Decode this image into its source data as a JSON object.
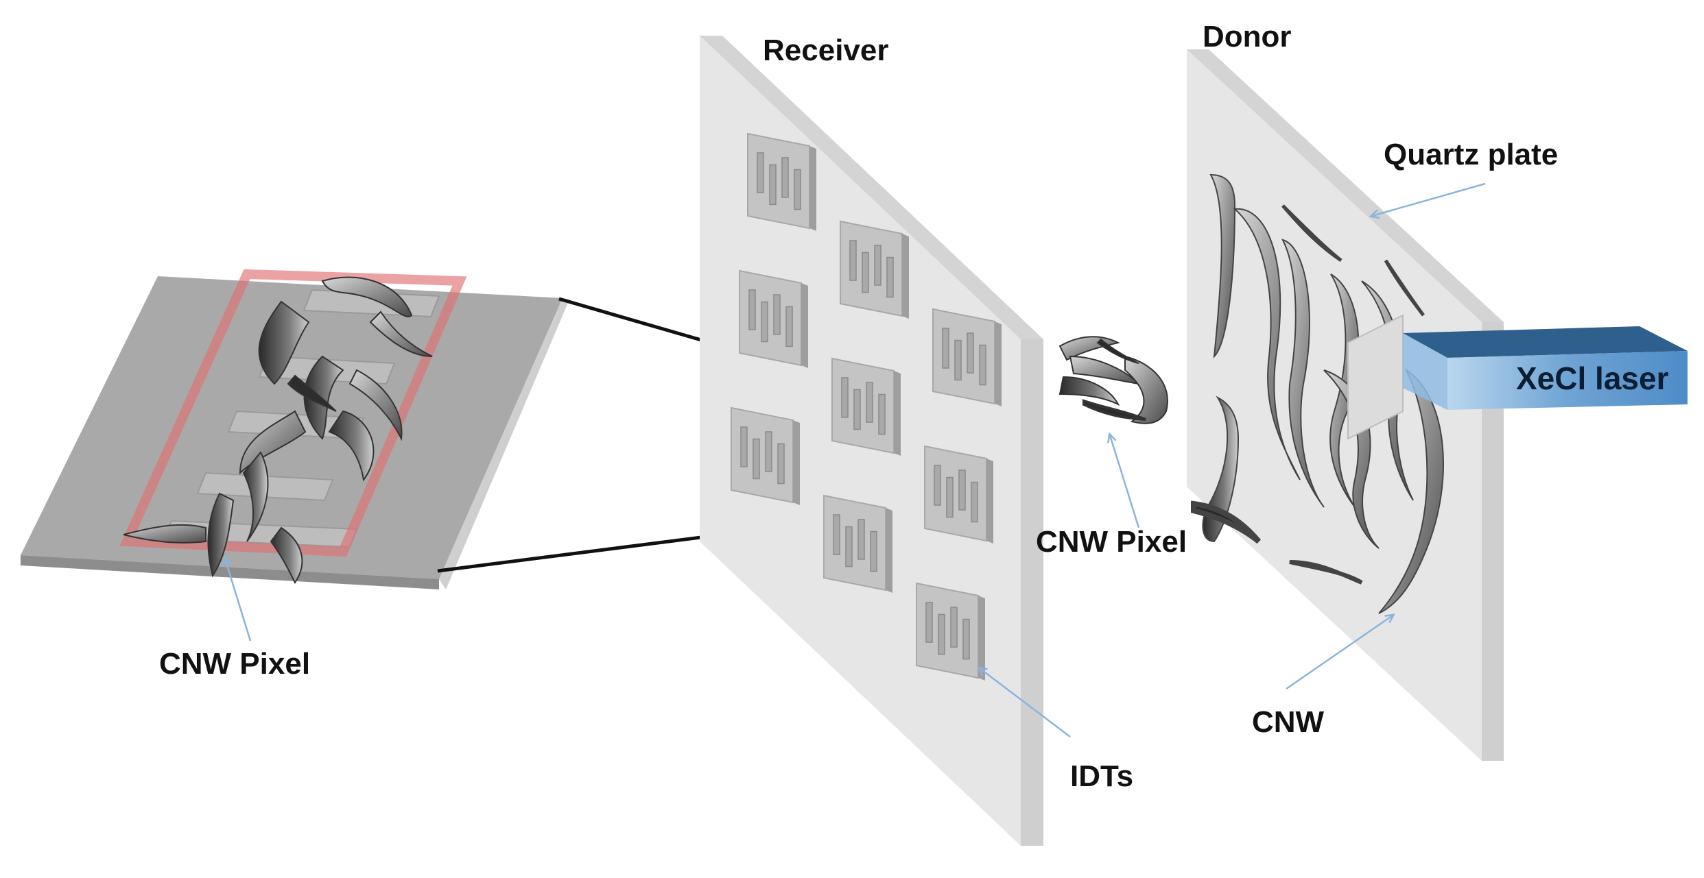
{
  "labels": {
    "receiver": "Receiver",
    "donor": "Donor",
    "quartz_plate": "Quartz plate",
    "xecl_laser": "XeCl laser",
    "cnw_pixel_middle": "CNW Pixel",
    "cnw_pixel_left": "CNW Pixel",
    "idts": "IDTs",
    "cnw": "CNW"
  },
  "colors": {
    "plate_face": "#e6e6e6",
    "plate_edge": "#cfcfcf",
    "substrate": "#a9a9a9",
    "electrode": "#bdbdbd",
    "flake": "#8c8c8c",
    "pixel_outline": "#e07070",
    "laser_light": "#9cc3e4",
    "laser_dark": "#2f5f8c",
    "arrow": "#8ab4dc",
    "zoom_line": "#111111"
  },
  "receiver_grid": {
    "rows": 3,
    "cols": 3,
    "empty_cells": 0
  }
}
